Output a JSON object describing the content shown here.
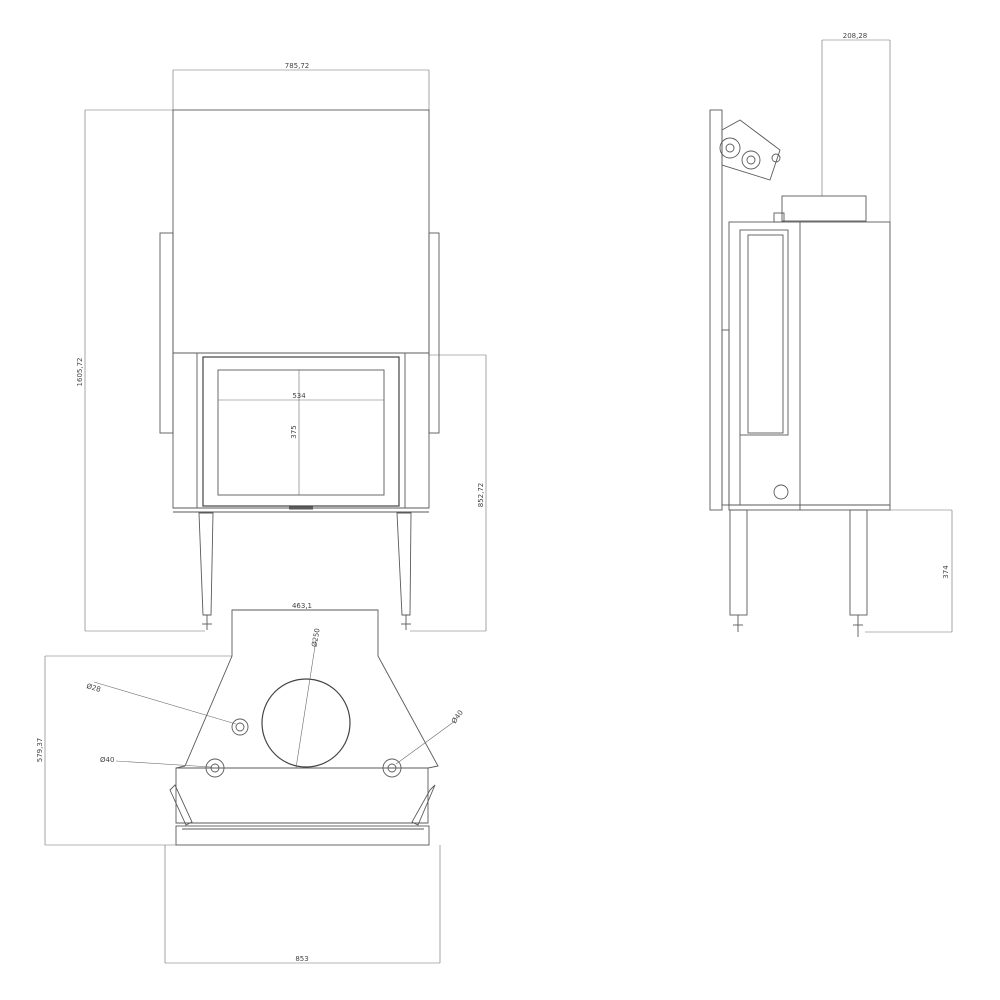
{
  "drawing": {
    "front_view": {
      "overall_width": "785,72",
      "overall_height": "1605,72",
      "glass_width": "534",
      "glass_height": "375",
      "door_to_floor": "852,72"
    },
    "side_view": {
      "flue_width": "208,28",
      "leg_height": "374"
    },
    "top_view": {
      "flue_collar_width": "463,1",
      "flue_diameter": "Ø250",
      "small_hole_1": "Ø28",
      "small_hole_2": "Ø40",
      "small_hole_3": "Ø40",
      "depth": "579,37",
      "base_width": "853"
    }
  },
  "colors": {
    "line": "#5a5a5a",
    "background": "#ffffff"
  }
}
